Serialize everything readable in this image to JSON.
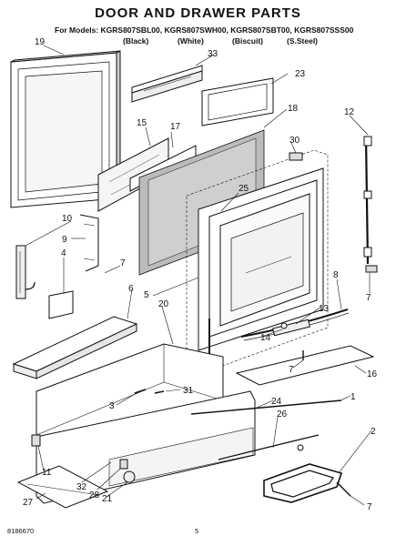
{
  "header": {
    "title": "DOOR AND DRAWER PARTS",
    "models": "For Models: KGRS807SBL00, KGRS807SWH00, KGRS807SBT00, KGRS807SSS00",
    "colors": [
      "(Black)",
      "(White)",
      "(Biscuit)",
      "(S.Steel)"
    ]
  },
  "callouts": [
    "19",
    "33",
    "23",
    "15",
    "17",
    "18",
    "12",
    "30",
    "25",
    "10",
    "9",
    "7",
    "4",
    "8",
    "7",
    "5",
    "6",
    "20",
    "13",
    "14",
    "7",
    "16",
    "3",
    "31",
    "24",
    "1",
    "26",
    "2",
    "11",
    "32",
    "27",
    "28",
    "21",
    "7"
  ],
  "footer": {
    "doc_number": "8186670",
    "page_number": "5"
  }
}
